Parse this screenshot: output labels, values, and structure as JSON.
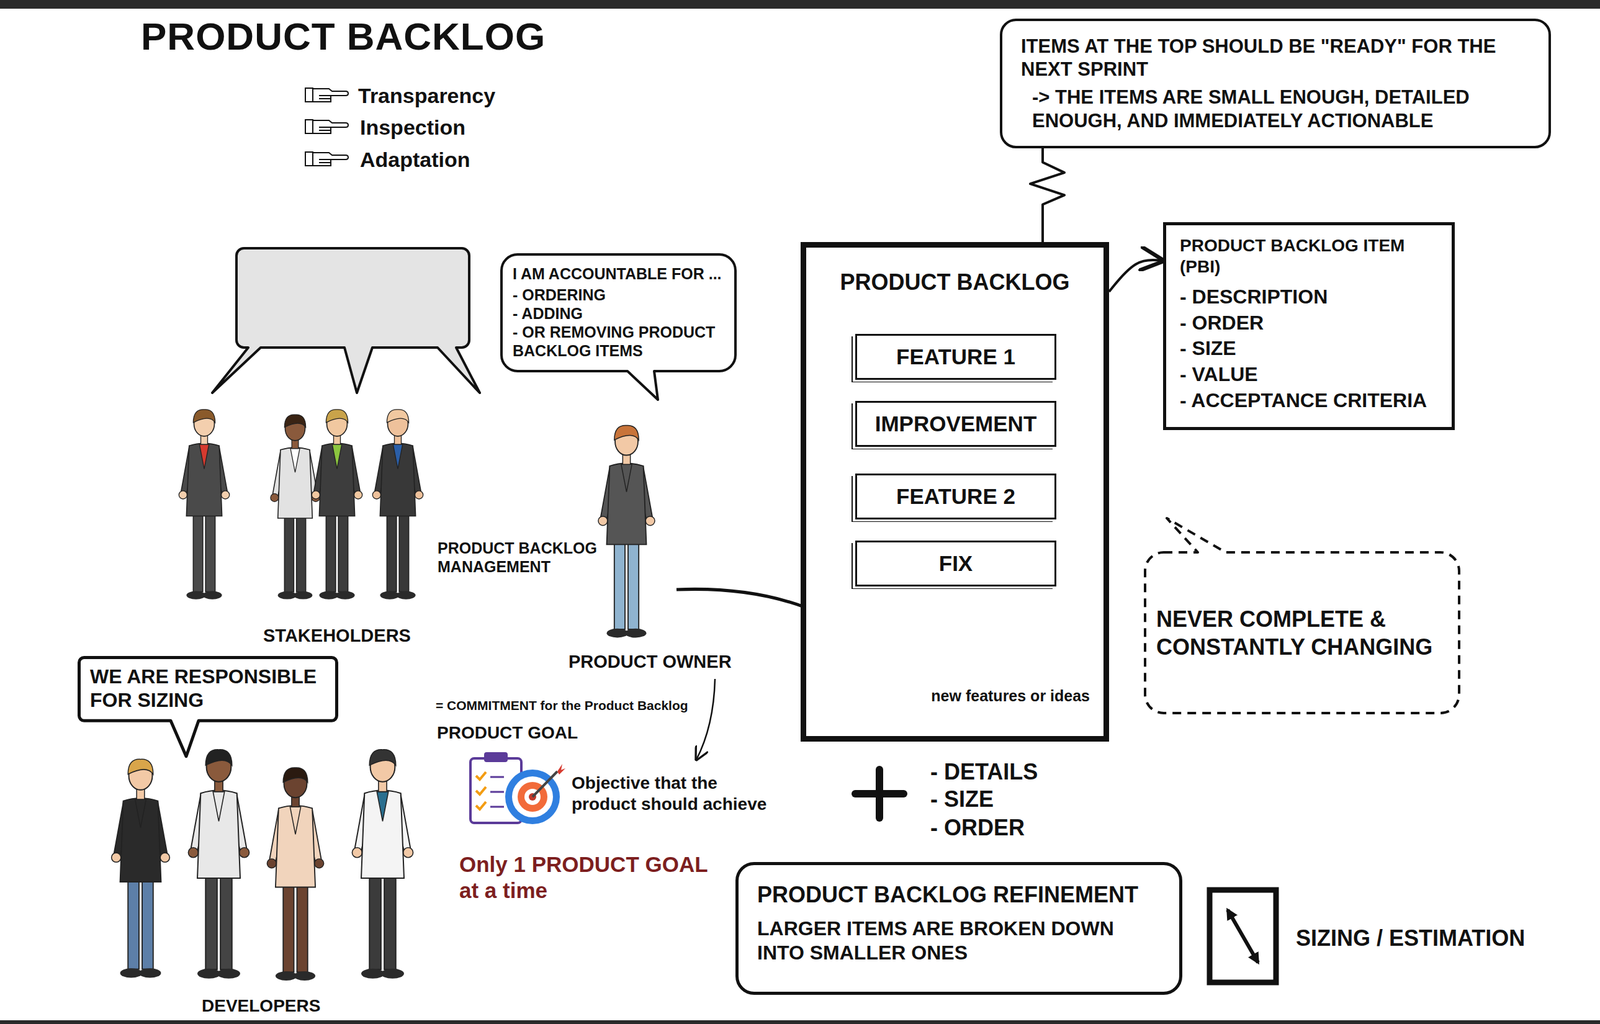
{
  "diagram": {
    "title": "PRODUCT BACKLOG",
    "nodes": [
      {
        "text": [
          "ITEMS AT THE TOP SHOULD BE \"READY\" FOR THE NEXT SPRINT",
          "-> THE ITEMS ARE SMALL ENOUGH, DETAILED ENOUGH, AND IMMEDIATELY ACTIONABLE"
        ]
      },
      {
        "text": [
          "I AM ACCOUNTABLE FOR ...",
          "- ORDERING",
          "- ADDING",
          "- OR REMOVING PRODUCT BACKLOG ITEMS"
        ]
      },
      {
        "text": [
          "PRODUCT BACKLOG",
          "new features or ideas"
        ]
      },
      {
        "text": [
          "FEATURE 1"
        ],
        "in": 2
      },
      {
        "text": [
          "IMPROVEMENT"
        ],
        "in": 2
      },
      {
        "text": [
          "FEATURE 2"
        ],
        "in": 2
      },
      {
        "text": [
          "FIX"
        ],
        "in": 2
      },
      {
        "text": [
          "PRODUCT BACKLOG ITEM (PBI)",
          "- DESCRIPTION",
          "- ORDER",
          "- SIZE",
          "- VALUE",
          "- ACCEPTANCE CRITERIA"
        ]
      },
      {
        "text": [
          "NEVER COMPLETE & CONSTANTLY CHANGING"
        ]
      },
      {
        "text": [
          "WE ARE RESPONSIBLE FOR SIZING"
        ]
      },
      {
        "text": [
          "PRODUCT BACKLOG REFINEMENT",
          "LARGER ITEMS ARE BROKEN DOWN INTO SMALLER ONES"
        ]
      }
    ],
    "edges": [
      {
        "from": 2,
        "to": 7,
        "arrow": "to"
      },
      {
        "from": 2,
        "to": 0,
        "arrow": "none"
      }
    ],
    "labels": [
      "Transparency",
      "Inspection",
      "Adaptation",
      "STAKEHOLDERS",
      "PRODUCT BACKLOG MANAGEMENT",
      "PRODUCT OWNER",
      "= COMMITMENT for the Product Backlog",
      "PRODUCT GOAL",
      "Objective that the product should achieve",
      "Only 1 PRODUCT GOAL at a time",
      "- DETAILS",
      "- SIZE",
      "- ORDER",
      "SIZING / ESTIMATION",
      "DEVELOPERS"
    ]
  }
}
